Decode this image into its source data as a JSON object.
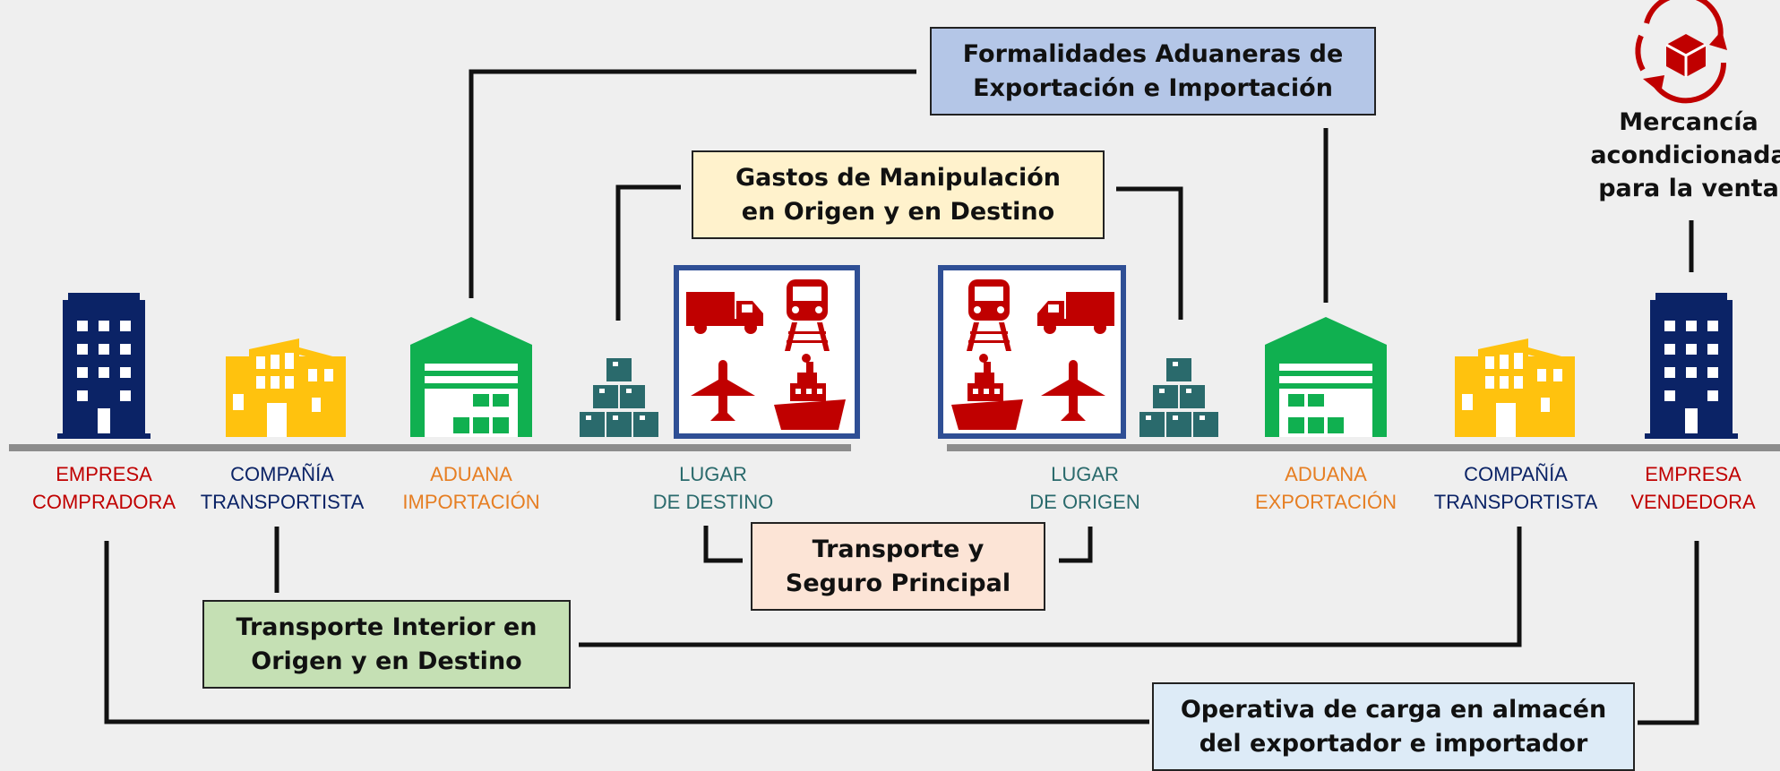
{
  "colors": {
    "background": "#efefef",
    "navy": "#0b2366",
    "yellow": "#ffc20e",
    "green": "#10b050",
    "teal": "#2a6a6c",
    "red": "#c00000",
    "frame_blue": "#2f4f95",
    "ground": "#8c8c8c",
    "label_red": "#c00000",
    "label_navy": "#0b2366",
    "label_orange": "#e67e22",
    "label_teal": "#2a6a6c"
  },
  "boxes": {
    "customs": {
      "text": "Formalidades Aduaneras de\nExportación e Importación",
      "fill": "#b4c6e7"
    },
    "handling": {
      "text": "Gastos de Manipulación\nen Origen y en Destino",
      "fill": "#fff2cc"
    },
    "main_transport": {
      "text": "Transporte y\nSeguro Principal",
      "fill": "#fce4d6"
    },
    "inland_transport": {
      "text": "Transporte Interior en\nOrigen y en Destino",
      "fill": "#c5e0b4"
    },
    "warehouse_ops": {
      "text": "Operativa de carga en almacén\ndel exportador e importador",
      "fill": "#ddebf7"
    }
  },
  "goods_ready": {
    "text": "Mercancía\nacondicionada\npara la venta",
    "icon": "box-cycle-icon"
  },
  "labels": {
    "buyer": "EMPRESA\nCOMPRADORA",
    "carrier_left": "COMPAÑÍA\nTRANSPORTISTA",
    "import_customs": "ADUANA\nIMPORTACIÓN",
    "destination": "LUGAR\nDE DESTINO",
    "origin": "LUGAR\nDE ORIGEN",
    "export_customs": "ADUANA\nEXPORTACIÓN",
    "carrier_right": "COMPAÑÍA\nTRANSPORTISTA",
    "seller": "EMPRESA\nVENDEDORA"
  },
  "icons": [
    "office-building-icon",
    "factory-icon",
    "warehouse-icon",
    "stacked-boxes-icon",
    "truck-icon",
    "train-icon",
    "airplane-icon",
    "ship-icon"
  ]
}
